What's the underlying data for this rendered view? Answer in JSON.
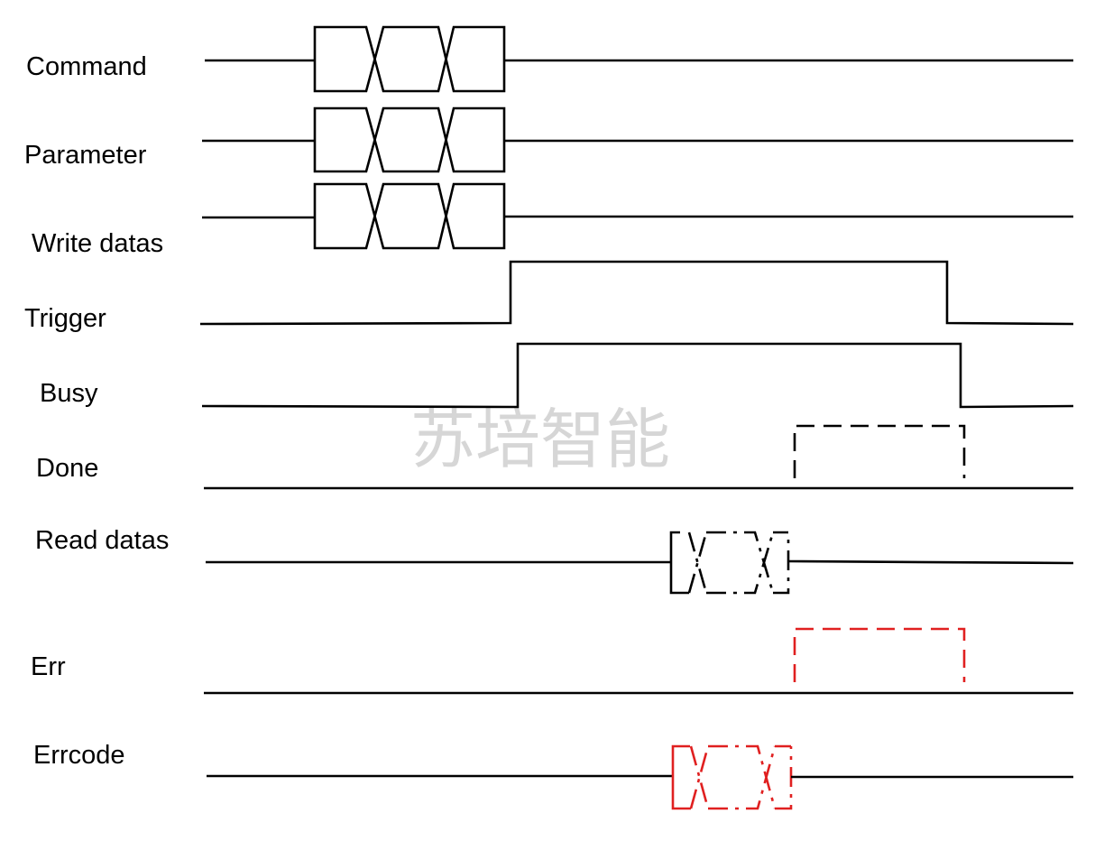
{
  "signals": [
    {
      "id": "command",
      "label": "Command"
    },
    {
      "id": "parameter",
      "label": "Parameter"
    },
    {
      "id": "write-datas",
      "label": "Write datas"
    },
    {
      "id": "trigger",
      "label": "Trigger"
    },
    {
      "id": "busy",
      "label": "Busy"
    },
    {
      "id": "done",
      "label": "Done"
    },
    {
      "id": "read-datas",
      "label": "Read datas"
    },
    {
      "id": "err",
      "label": "Err"
    },
    {
      "id": "errcode",
      "label": "Errcode"
    }
  ],
  "watermark": "苏培智能",
  "colors": {
    "line": "#000000",
    "error": "#e02020",
    "watermark": "#d6d6d6"
  }
}
